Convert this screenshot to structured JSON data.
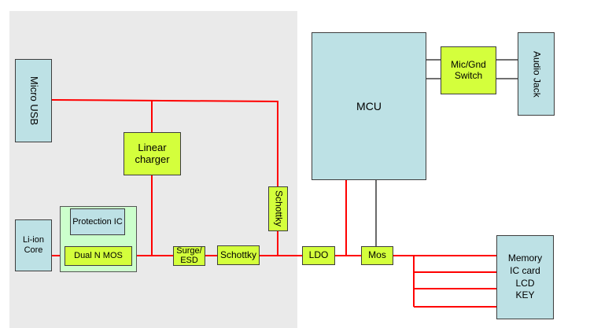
{
  "colors": {
    "power_line": "#ff0000",
    "signal_line": "#000000",
    "module_fill": "#bde1e5",
    "component_fill": "#d4ff3c",
    "battery_pack_fill": "#ccffcc",
    "power_section_bg": "#eaeaea"
  },
  "blocks": {
    "micro_usb": "Micro USB",
    "linear_charger": "Linear charger",
    "schottky_vertical": "Schottky",
    "li_ion_core": "Li-ion Core",
    "protection_ic": "Protection IC",
    "dual_n_mos": "Dual N MOS",
    "surge_esd": "Surge/ ESD",
    "schottky_horizontal": "Schottky",
    "ldo": "LDO",
    "mos": "Mos",
    "mcu": "MCU",
    "mic_gnd_switch": "Mic/Gnd Switch",
    "audio_jack": "Audio Jack",
    "peripherals": [
      "Memory",
      "IC card",
      "LCD",
      "KEY"
    ]
  }
}
